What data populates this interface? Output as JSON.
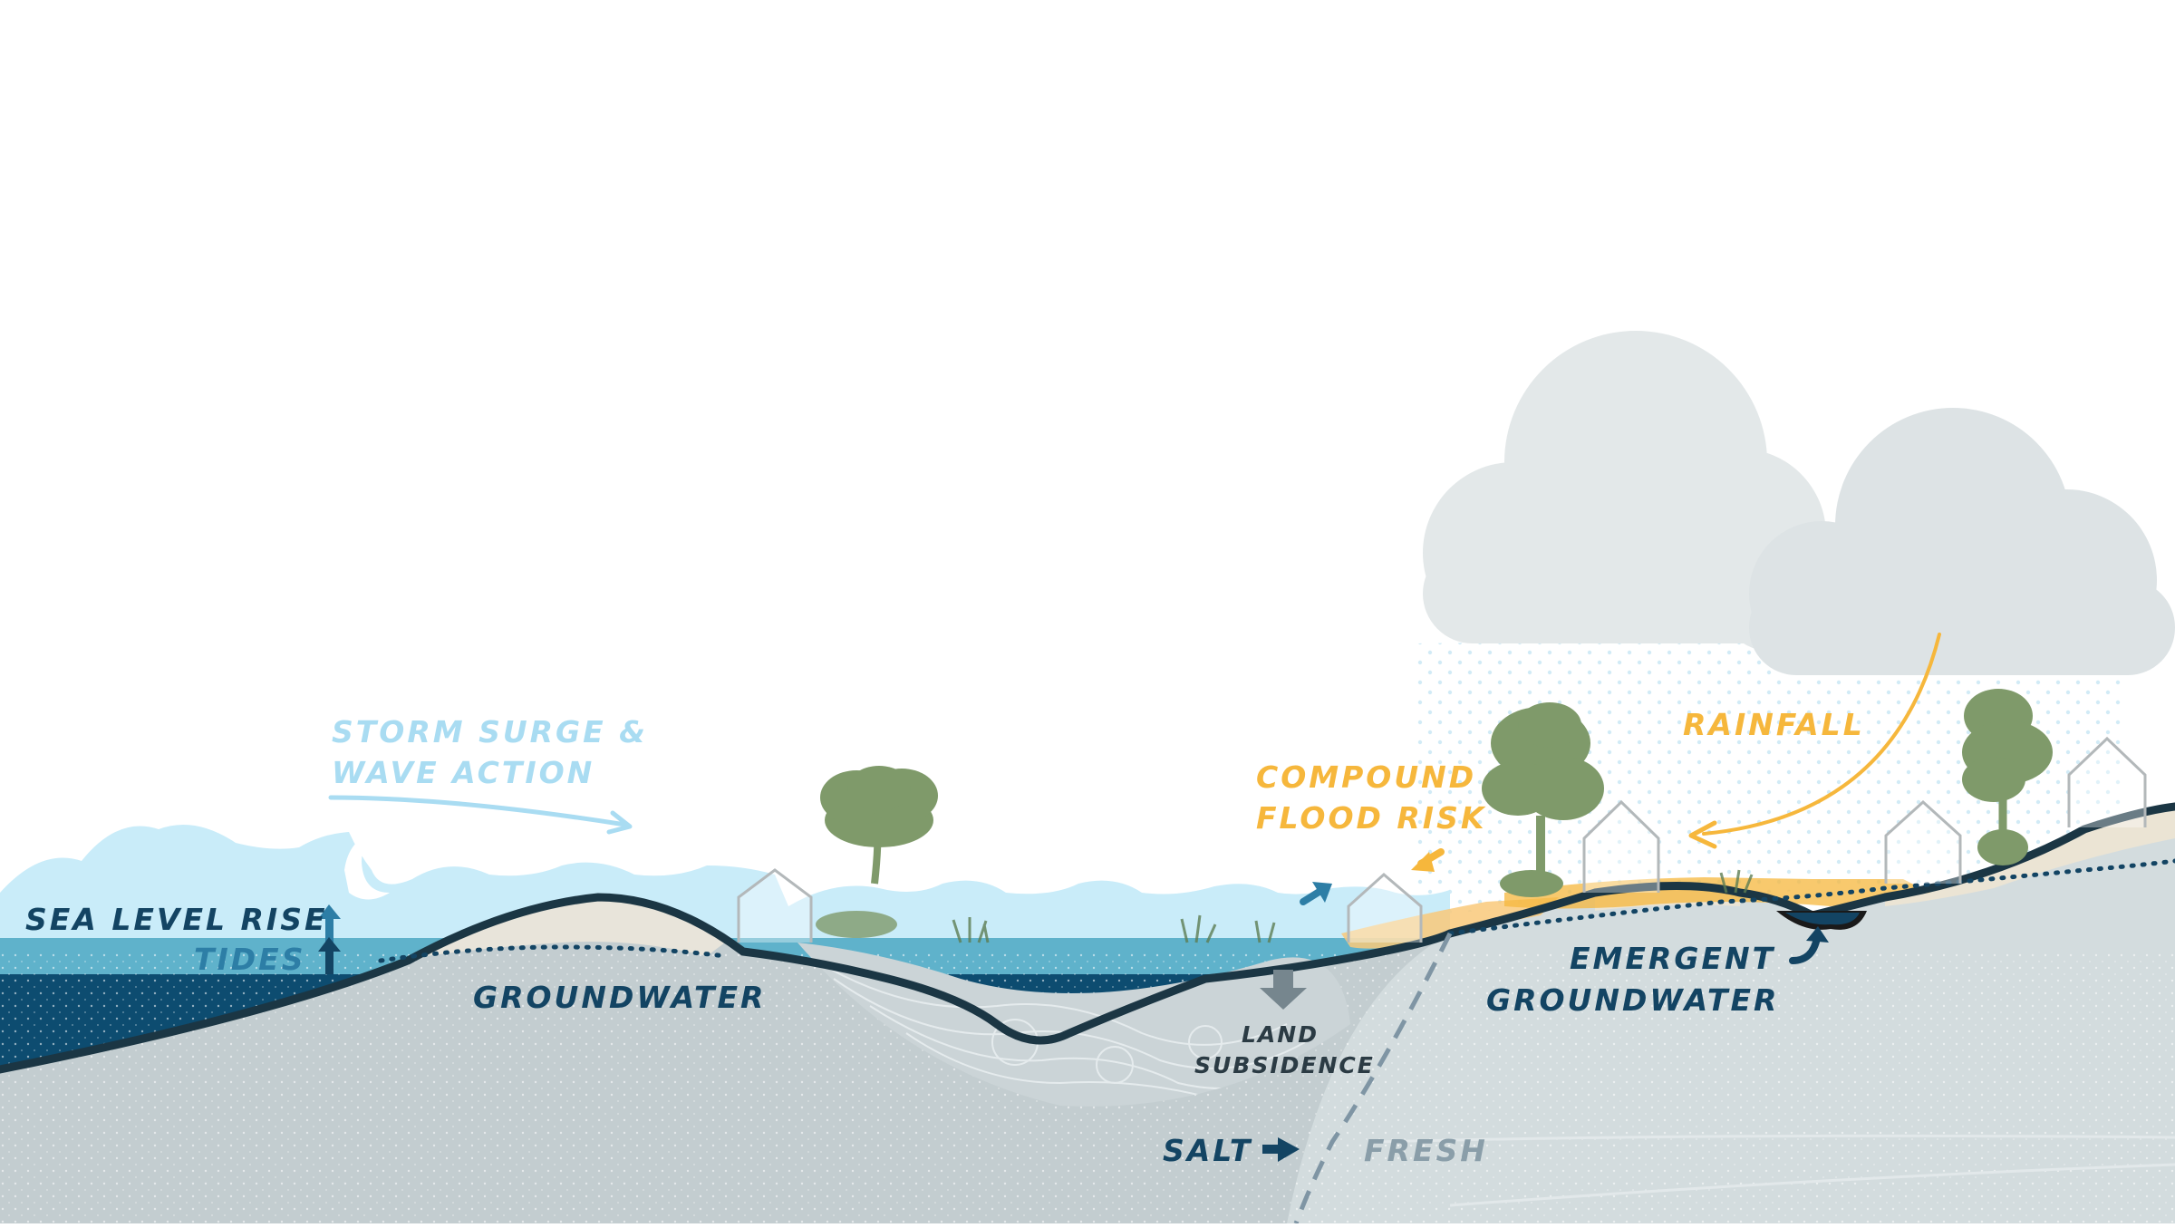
{
  "labels": {
    "storm_surge_line1": "STORM SURGE &",
    "storm_surge_line2": "WAVE ACTION",
    "sea_level_rise": "SEA LEVEL RISE",
    "tides": "TIDES",
    "groundwater": "GROUNDWATER",
    "land_subsidence_line1": "LAND",
    "land_subsidence_line2": "SUBSIDENCE",
    "salt": "SALT",
    "fresh": "FRESH",
    "compound_flood_line1": "COMPOUND",
    "compound_flood_line2": "FLOOD RISK",
    "rainfall": "RAINFALL",
    "emergent_line1": "EMERGENT",
    "emergent_line2": "GROUNDWATER"
  },
  "colors": {
    "storm_surge": "#a9dcf2",
    "ocean_deep": "#0d4c70",
    "ocean_tide": "#5fb2cb",
    "wave_light": "#c9ecf9",
    "ground_salt": "#c3cdd0",
    "ground_fresh": "#d3dcde",
    "ridge": "#1b3644",
    "flood": "#f6b73c",
    "cloud": "#e3e8e9",
    "tree": "#7f9a6a",
    "label_dark": "#134463",
    "label_mid": "#2d7ea6"
  },
  "icons": {
    "storm_arrow": "curved-arrow-icon",
    "sea_rise_arrow": "up-arrow-icon",
    "subsidence_arrow": "down-arrow-icon",
    "salt_arrow": "right-arrow-icon",
    "rain_arrow": "curved-arrow-icon",
    "emergent_arrow": "curved-up-arrow-icon"
  }
}
